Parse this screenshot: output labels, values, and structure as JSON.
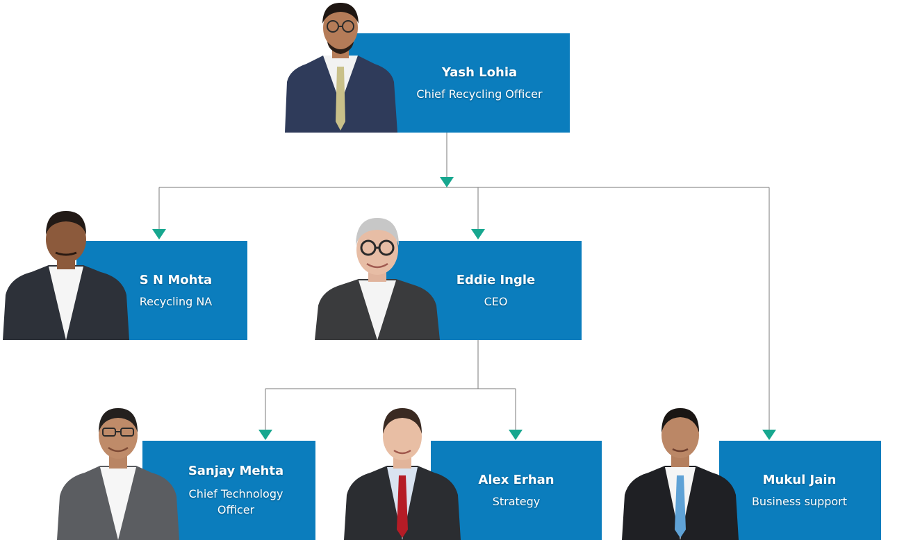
{
  "colors": {
    "card": "#0b7dbd",
    "connector": "#7a7a7a",
    "arrow": "#17a78f"
  },
  "people": {
    "yash": {
      "name": "Yash Lohia",
      "role": "Chief Recycling Officer"
    },
    "sn": {
      "name": "S N Mohta",
      "role": "Recycling NA"
    },
    "eddie": {
      "name": "Eddie Ingle",
      "role": "CEO"
    },
    "sanjay": {
      "name": "Sanjay Mehta",
      "role_line1": "Chief Technology",
      "role_line2": "Officer"
    },
    "alex": {
      "name": "Alex Erhan",
      "role": "Strategy"
    },
    "mukul": {
      "name": "Mukul Jain",
      "role": "Business support"
    }
  }
}
